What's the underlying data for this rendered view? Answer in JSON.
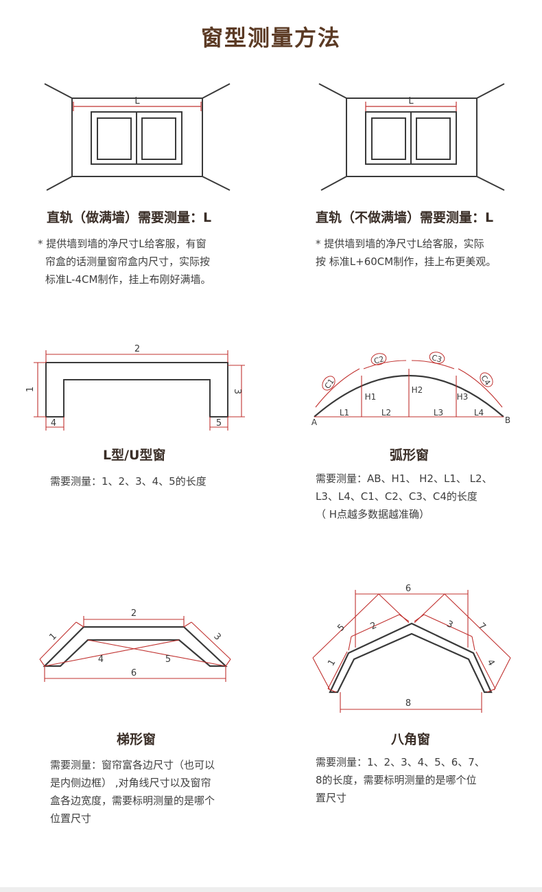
{
  "page_title": "窗型测量方法",
  "sections": {
    "straight_full": {
      "title": "直轨（做满墙）需要测量：L",
      "desc_lines": [
        "* 提供墙到墙的净尺寸L给客服，有窗",
        "帘盒的话测量窗帘盒内尺寸，实际按",
        "标准L-4CM制作，挂上布刚好满墙。"
      ],
      "diagram_labels": [
        "L"
      ]
    },
    "straight_partial": {
      "title": "直轨（不做满墙）需要测量：L",
      "desc_lines": [
        "* 提供墙到墙的净尺寸L给客服，实际",
        "按 标准L+60CM制作，挂上布更美观。"
      ],
      "diagram_labels": [
        "L"
      ]
    },
    "l_u": {
      "title": "L型/U型窗",
      "desc_lines": [
        "需要测量：1、2、3、4、5的长度"
      ],
      "diagram_labels": [
        "1",
        "2",
        "3",
        "4",
        "5"
      ]
    },
    "arc": {
      "title": "弧形窗",
      "desc_lines": [
        "需要测量：AB、H1、 H2、L1、 L2、",
        "L3、L4、C1、C2、C3、C4的长度",
        "（ H点越多数据越准确）"
      ],
      "diagram_labels": [
        "C1",
        "C2",
        "C3",
        "C4",
        "H1",
        "H2",
        "H3",
        "L1",
        "L2",
        "L3",
        "L4",
        "A",
        "B"
      ]
    },
    "trapezoid": {
      "title": "梯形窗",
      "desc_lines": [
        "需要测量：窗帘富各边尺寸（也可以",
        "是内侧边框） ,对角线尺寸以及窗帘",
        "盒各边宽度，需要标明测量的是哪个",
        "位置尺寸"
      ],
      "diagram_labels": [
        "1",
        "2",
        "3",
        "4",
        "5",
        "6"
      ]
    },
    "octagon": {
      "title": "八角窗",
      "desc_lines": [
        "需要测量：1、2、3、4、5、6、7、",
        "8的长度，需要标明测量的是哪个位",
        "置尺寸"
      ],
      "diagram_labels": [
        "1",
        "2",
        "3",
        "4",
        "5",
        "6",
        "7",
        "8"
      ]
    }
  },
  "colors": {
    "title": "#5b3a24",
    "line": "#3a3a3a",
    "dim": "#c0302e"
  }
}
